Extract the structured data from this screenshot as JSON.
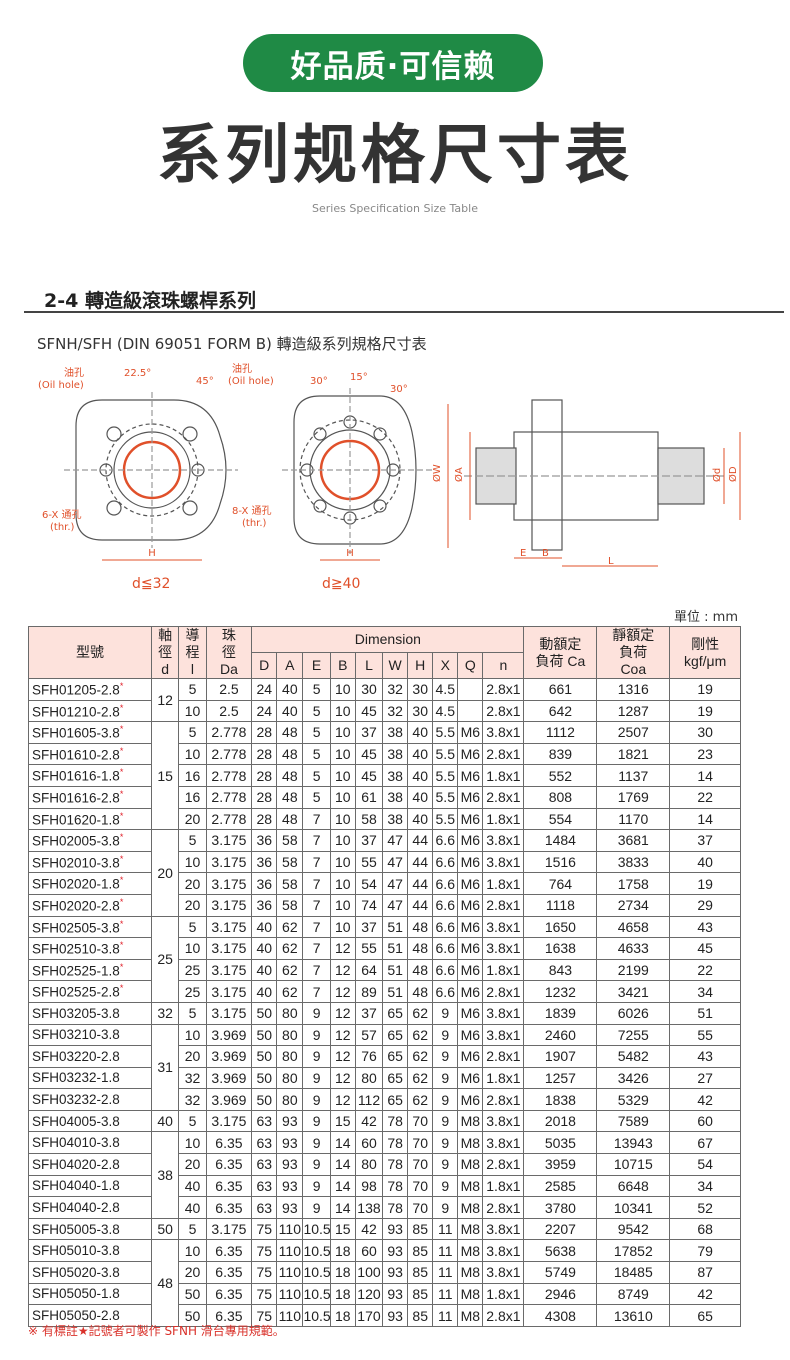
{
  "header": {
    "badge": "好品质·可信赖",
    "title": "系列规格尺寸表",
    "subtitle": "Series Specification Size Table"
  },
  "section": {
    "title": "2-4 轉造級滾珠螺桿系列",
    "caption": "SFNH/SFH (DIN 69051 FORM B) 轉造級系列規格尺寸表"
  },
  "diagram": {
    "left_oil": "油孔",
    "left_oil_en": "(Oil hole)",
    "left_angle1": "22.5°",
    "left_angle2": "45°",
    "left_thread": "6-X 通孔",
    "left_thread_en": "(thr.)",
    "left_h": "H",
    "left_cond": "d≦32",
    "right_oil": "油孔",
    "right_oil_en": "(Oil hole)",
    "right_angle1": "30°",
    "right_angle2": "15°",
    "right_angle3": "30°",
    "right_thread": "8-X 通孔",
    "right_thread_en": "(thr.)",
    "right_h": "H",
    "right_cond": "d≧40",
    "side_w": "ØW",
    "side_a": "ØA",
    "side_d1": "Ød",
    "side_d2": "ØD",
    "side_e": "E",
    "side_b": "B",
    "side_l": "L"
  },
  "units": "單位 : mm",
  "table": {
    "h_model": "型號",
    "h_shaft": [
      "軸",
      "徑",
      "d"
    ],
    "h_lead": [
      "導",
      "程",
      "l"
    ],
    "h_ball": [
      "珠",
      "徑",
      "Da"
    ],
    "h_dimension": "Dimension",
    "h_dims": [
      "D",
      "A",
      "E",
      "B",
      "L",
      "W",
      "H",
      "X",
      "Q",
      "n"
    ],
    "h_dyn": [
      "動額定",
      "負荷 Ca"
    ],
    "h_stat": [
      "靜額定",
      "負荷",
      "Coa"
    ],
    "h_stiff": [
      "剛性",
      "kgf/μm"
    ],
    "rows": [
      {
        "model": "SFH01205-2.8",
        "star": "*",
        "d": "12",
        "span": 2,
        "l": "5",
        "da": "2.5",
        "D": "24",
        "A": "40",
        "E": "5",
        "B": "10",
        "L": "30",
        "W": "32",
        "H": "30",
        "X": "4.5",
        "Q": "",
        "n": "2.8x1",
        "ca": "661",
        "coa": "1316",
        "k": "19"
      },
      {
        "model": "SFH01210-2.8",
        "star": "*",
        "l": "10",
        "da": "2.5",
        "D": "24",
        "A": "40",
        "E": "5",
        "B": "10",
        "L": "45",
        "W": "32",
        "H": "30",
        "X": "4.5",
        "Q": "",
        "n": "2.8x1",
        "ca": "642",
        "coa": "1287",
        "k": "19"
      },
      {
        "model": "SFH01605-3.8",
        "star": "*",
        "d": "15",
        "span": 5,
        "l": "5",
        "da": "2.778",
        "D": "28",
        "A": "48",
        "E": "5",
        "B": "10",
        "L": "37",
        "W": "38",
        "H": "40",
        "X": "5.5",
        "Q": "M6",
        "n": "3.8x1",
        "ca": "1112",
        "coa": "2507",
        "k": "30"
      },
      {
        "model": "SFH01610-2.8",
        "star": "*",
        "l": "10",
        "da": "2.778",
        "D": "28",
        "A": "48",
        "E": "5",
        "B": "10",
        "L": "45",
        "W": "38",
        "H": "40",
        "X": "5.5",
        "Q": "M6",
        "n": "2.8x1",
        "ca": "839",
        "coa": "1821",
        "k": "23"
      },
      {
        "model": "SFH01616-1.8",
        "star": "*",
        "l": "16",
        "da": "2.778",
        "D": "28",
        "A": "48",
        "E": "5",
        "B": "10",
        "L": "45",
        "W": "38",
        "H": "40",
        "X": "5.5",
        "Q": "M6",
        "n": "1.8x1",
        "ca": "552",
        "coa": "1137",
        "k": "14"
      },
      {
        "model": "SFH01616-2.8",
        "star": "*",
        "l": "16",
        "da": "2.778",
        "D": "28",
        "A": "48",
        "E": "5",
        "B": "10",
        "L": "61",
        "W": "38",
        "H": "40",
        "X": "5.5",
        "Q": "M6",
        "n": "2.8x1",
        "ca": "808",
        "coa": "1769",
        "k": "22"
      },
      {
        "model": "SFH01620-1.8",
        "star": "*",
        "l": "20",
        "da": "2.778",
        "D": "28",
        "A": "48",
        "E": "7",
        "B": "10",
        "L": "58",
        "W": "38",
        "H": "40",
        "X": "5.5",
        "Q": "M6",
        "n": "1.8x1",
        "ca": "554",
        "coa": "1170",
        "k": "14"
      },
      {
        "model": "SFH02005-3.8",
        "star": "*",
        "d": "20",
        "span": 4,
        "l": "5",
        "da": "3.175",
        "D": "36",
        "A": "58",
        "E": "7",
        "B": "10",
        "L": "37",
        "W": "47",
        "H": "44",
        "X": "6.6",
        "Q": "M6",
        "n": "3.8x1",
        "ca": "1484",
        "coa": "3681",
        "k": "37"
      },
      {
        "model": "SFH02010-3.8",
        "star": "*",
        "l": "10",
        "da": "3.175",
        "D": "36",
        "A": "58",
        "E": "7",
        "B": "10",
        "L": "55",
        "W": "47",
        "H": "44",
        "X": "6.6",
        "Q": "M6",
        "n": "3.8x1",
        "ca": "1516",
        "coa": "3833",
        "k": "40"
      },
      {
        "model": "SFH02020-1.8",
        "star": "*",
        "l": "20",
        "da": "3.175",
        "D": "36",
        "A": "58",
        "E": "7",
        "B": "10",
        "L": "54",
        "W": "47",
        "H": "44",
        "X": "6.6",
        "Q": "M6",
        "n": "1.8x1",
        "ca": "764",
        "coa": "1758",
        "k": "19"
      },
      {
        "model": "SFH02020-2.8",
        "star": "*",
        "l": "20",
        "da": "3.175",
        "D": "36",
        "A": "58",
        "E": "7",
        "B": "10",
        "L": "74",
        "W": "47",
        "H": "44",
        "X": "6.6",
        "Q": "M6",
        "n": "2.8x1",
        "ca": "1118",
        "coa": "2734",
        "k": "29"
      },
      {
        "model": "SFH02505-3.8",
        "star": "*",
        "d": "25",
        "span": 4,
        "l": "5",
        "da": "3.175",
        "D": "40",
        "A": "62",
        "E": "7",
        "B": "10",
        "L": "37",
        "W": "51",
        "H": "48",
        "X": "6.6",
        "Q": "M6",
        "n": "3.8x1",
        "ca": "1650",
        "coa": "4658",
        "k": "43"
      },
      {
        "model": "SFH02510-3.8",
        "star": "*",
        "l": "10",
        "da": "3.175",
        "D": "40",
        "A": "62",
        "E": "7",
        "B": "12",
        "L": "55",
        "W": "51",
        "H": "48",
        "X": "6.6",
        "Q": "M6",
        "n": "3.8x1",
        "ca": "1638",
        "coa": "4633",
        "k": "45"
      },
      {
        "model": "SFH02525-1.8",
        "star": "*",
        "l": "25",
        "da": "3.175",
        "D": "40",
        "A": "62",
        "E": "7",
        "B": "12",
        "L": "64",
        "W": "51",
        "H": "48",
        "X": "6.6",
        "Q": "M6",
        "n": "1.8x1",
        "ca": "843",
        "coa": "2199",
        "k": "22"
      },
      {
        "model": "SFH02525-2.8",
        "star": "*",
        "l": "25",
        "da": "3.175",
        "D": "40",
        "A": "62",
        "E": "7",
        "B": "12",
        "L": "89",
        "W": "51",
        "H": "48",
        "X": "6.6",
        "Q": "M6",
        "n": "2.8x1",
        "ca": "1232",
        "coa": "3421",
        "k": "34"
      },
      {
        "model": "SFH03205-3.8",
        "star": "",
        "d": "32",
        "span": 1,
        "l": "5",
        "da": "3.175",
        "D": "50",
        "A": "80",
        "E": "9",
        "B": "12",
        "L": "37",
        "W": "65",
        "H": "62",
        "X": "9",
        "Q": "M6",
        "n": "3.8x1",
        "ca": "1839",
        "coa": "6026",
        "k": "51"
      },
      {
        "model": "SFH03210-3.8",
        "star": "",
        "d": "31",
        "span": 4,
        "l": "10",
        "da": "3.969",
        "D": "50",
        "A": "80",
        "E": "9",
        "B": "12",
        "L": "57",
        "W": "65",
        "H": "62",
        "X": "9",
        "Q": "M6",
        "n": "3.8x1",
        "ca": "2460",
        "coa": "7255",
        "k": "55"
      },
      {
        "model": "SFH03220-2.8",
        "star": "",
        "l": "20",
        "da": "3.969",
        "D": "50",
        "A": "80",
        "E": "9",
        "B": "12",
        "L": "76",
        "W": "65",
        "H": "62",
        "X": "9",
        "Q": "M6",
        "n": "2.8x1",
        "ca": "1907",
        "coa": "5482",
        "k": "43"
      },
      {
        "model": "SFH03232-1.8",
        "star": "",
        "l": "32",
        "da": "3.969",
        "D": "50",
        "A": "80",
        "E": "9",
        "B": "12",
        "L": "80",
        "W": "65",
        "H": "62",
        "X": "9",
        "Q": "M6",
        "n": "1.8x1",
        "ca": "1257",
        "coa": "3426",
        "k": "27"
      },
      {
        "model": "SFH03232-2.8",
        "star": "",
        "l": "32",
        "da": "3.969",
        "D": "50",
        "A": "80",
        "E": "9",
        "B": "12",
        "L": "112",
        "W": "65",
        "H": "62",
        "X": "9",
        "Q": "M6",
        "n": "2.8x1",
        "ca": "1838",
        "coa": "5329",
        "k": "42"
      },
      {
        "model": "SFH04005-3.8",
        "star": "",
        "d": "40",
        "span": 1,
        "l": "5",
        "da": "3.175",
        "D": "63",
        "A": "93",
        "E": "9",
        "B": "15",
        "L": "42",
        "W": "78",
        "H": "70",
        "X": "9",
        "Q": "M8",
        "n": "3.8x1",
        "ca": "2018",
        "coa": "7589",
        "k": "60"
      },
      {
        "model": "SFH04010-3.8",
        "star": "",
        "d": "38",
        "span": 4,
        "l": "10",
        "da": "6.35",
        "D": "63",
        "A": "93",
        "E": "9",
        "B": "14",
        "L": "60",
        "W": "78",
        "H": "70",
        "X": "9",
        "Q": "M8",
        "n": "3.8x1",
        "ca": "5035",
        "coa": "13943",
        "k": "67"
      },
      {
        "model": "SFH04020-2.8",
        "star": "",
        "l": "20",
        "da": "6.35",
        "D": "63",
        "A": "93",
        "E": "9",
        "B": "14",
        "L": "80",
        "W": "78",
        "H": "70",
        "X": "9",
        "Q": "M8",
        "n": "2.8x1",
        "ca": "3959",
        "coa": "10715",
        "k": "54"
      },
      {
        "model": "SFH04040-1.8",
        "star": "",
        "l": "40",
        "da": "6.35",
        "D": "63",
        "A": "93",
        "E": "9",
        "B": "14",
        "L": "98",
        "W": "78",
        "H": "70",
        "X": "9",
        "Q": "M8",
        "n": "1.8x1",
        "ca": "2585",
        "coa": "6648",
        "k": "34"
      },
      {
        "model": "SFH04040-2.8",
        "star": "",
        "l": "40",
        "da": "6.35",
        "D": "63",
        "A": "93",
        "E": "9",
        "B": "14",
        "L": "138",
        "W": "78",
        "H": "70",
        "X": "9",
        "Q": "M8",
        "n": "2.8x1",
        "ca": "3780",
        "coa": "10341",
        "k": "52"
      },
      {
        "model": "SFH05005-3.8",
        "star": "",
        "d": "50",
        "span": 1,
        "l": "5",
        "da": "3.175",
        "D": "75",
        "A": "110",
        "E": "10.5",
        "B": "15",
        "L": "42",
        "W": "93",
        "H": "85",
        "X": "11",
        "Q": "M8",
        "n": "3.8x1",
        "ca": "2207",
        "coa": "9542",
        "k": "68"
      },
      {
        "model": "SFH05010-3.8",
        "star": "",
        "d": "48",
        "span": 4,
        "l": "10",
        "da": "6.35",
        "D": "75",
        "A": "110",
        "E": "10.5",
        "B": "18",
        "L": "60",
        "W": "93",
        "H": "85",
        "X": "11",
        "Q": "M8",
        "n": "3.8x1",
        "ca": "5638",
        "coa": "17852",
        "k": "79"
      },
      {
        "model": "SFH05020-3.8",
        "star": "",
        "l": "20",
        "da": "6.35",
        "D": "75",
        "A": "110",
        "E": "10.5",
        "B": "18",
        "L": "100",
        "W": "93",
        "H": "85",
        "X": "11",
        "Q": "M8",
        "n": "3.8x1",
        "ca": "5749",
        "coa": "18485",
        "k": "87"
      },
      {
        "model": "SFH05050-1.8",
        "star": "",
        "l": "50",
        "da": "6.35",
        "D": "75",
        "A": "110",
        "E": "10.5",
        "B": "18",
        "L": "120",
        "W": "93",
        "H": "85",
        "X": "11",
        "Q": "M8",
        "n": "1.8x1",
        "ca": "2946",
        "coa": "8749",
        "k": "42"
      },
      {
        "model": "SFH05050-2.8",
        "star": "",
        "l": "50",
        "da": "6.35",
        "D": "75",
        "A": "110",
        "E": "10.5",
        "B": "18",
        "L": "170",
        "W": "93",
        "H": "85",
        "X": "11",
        "Q": "M8",
        "n": "2.8x1",
        "ca": "4308",
        "coa": "13610",
        "k": "65"
      }
    ]
  },
  "footnote": "※ 有標註★記號者可製作 SFNH 滑台專用規範。",
  "colors": {
    "accent": "#1f8a45",
    "header_bg": "#fde2dc",
    "note": "#d9312a",
    "dim_line": "#e0502a"
  }
}
